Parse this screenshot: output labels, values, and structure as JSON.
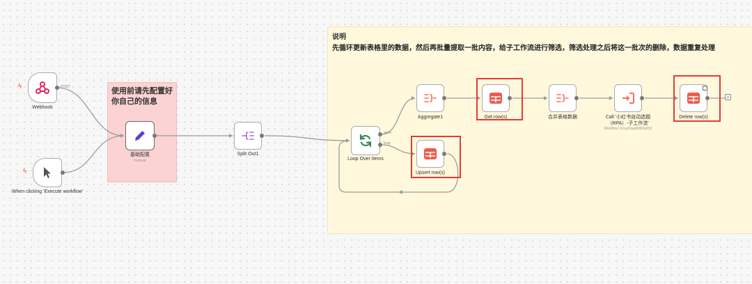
{
  "note_main": {
    "title": "说明",
    "body": "先循环更新表格里的数据，然后再批量提取一批内容，给子工作流进行筛选，筛选处理之后将这一批次的删除，数据重复处理"
  },
  "note_config": {
    "body": "使用前请先配置好你自己的信息"
  },
  "nodes": {
    "webhook": {
      "label": "Webhook",
      "badge": "POST"
    },
    "manual_trigger": {
      "label": "When clicking 'Execute workflow'"
    },
    "basic_config": {
      "label": "基础配置",
      "sub": "manual"
    },
    "split_out": {
      "label": "Split Out1"
    },
    "loop": {
      "label": "Loop Over Items",
      "done": "done",
      "loop": "loop"
    },
    "aggregate": {
      "label": "Aggregate1"
    },
    "get_row": {
      "label": "Get row(s)"
    },
    "merge": {
      "label": "合并表格数据"
    },
    "call_workflow": {
      "label": "Call '小红书自动选题（RPA）-子工作流'",
      "sub": "Workflow: bGyyDagaB8DkyPjX"
    },
    "delete_row": {
      "label": "Delete row(s)"
    },
    "upsert_row": {
      "label": "Upsert row(s)"
    }
  },
  "colors": {
    "accent": "#ff6d5a",
    "table": "#ef5a4a",
    "pencil": "#5145cd",
    "loop": "#2e8b57",
    "split": "#a36ccf",
    "highlight": "#e53935"
  },
  "icons": {
    "webhook": "webhook-icon",
    "manual": "cursor-icon",
    "config": "pencil-icon",
    "split": "split-icon",
    "loop": "refresh-icon",
    "aggregate": "aggregate-icon",
    "table": "table-icon",
    "call": "enter-icon"
  }
}
